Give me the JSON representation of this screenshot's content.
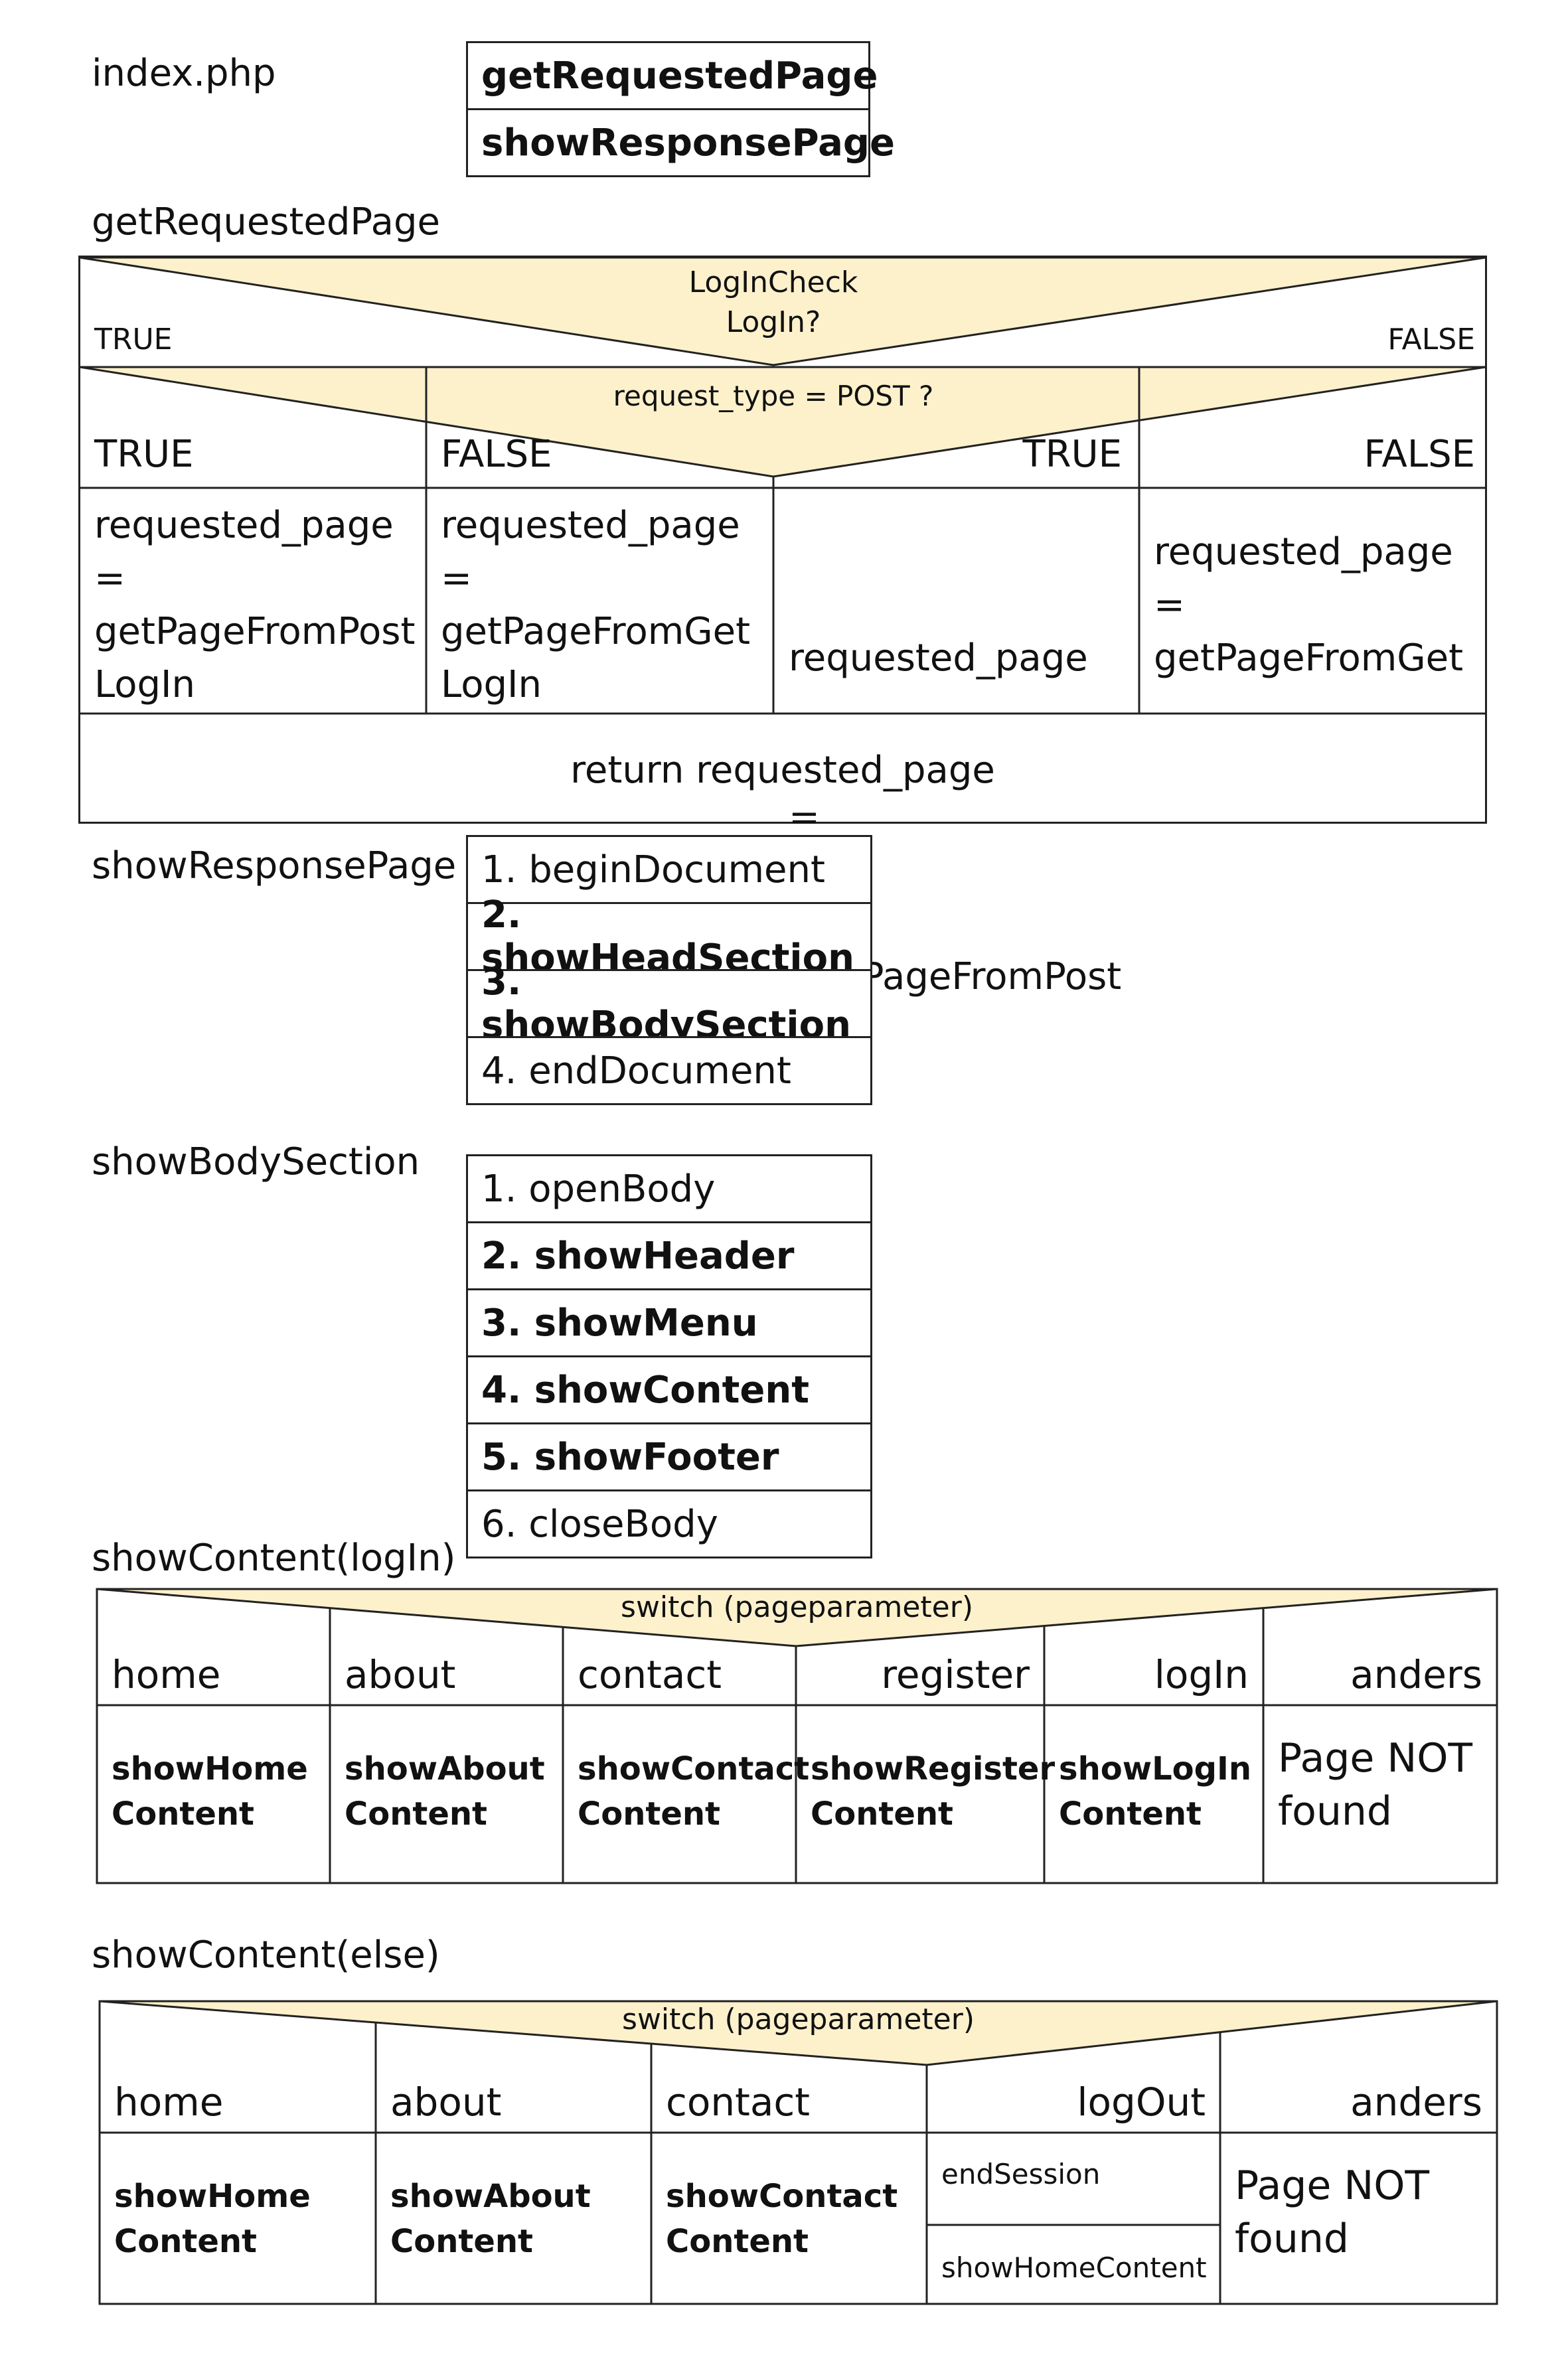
{
  "colors": {
    "condition_fill": "#fdf1cc",
    "line": "#222222"
  },
  "index": {
    "title": "index.php",
    "items": [
      "getRequestedPage",
      "showResponsePage"
    ]
  },
  "getRequestedPage": {
    "title": "getRequestedPage",
    "outer_condition": [
      "LogInCheck",
      "LogIn?"
    ],
    "outer_true": "TRUE",
    "outer_false": "FALSE",
    "inner_condition": "request_type = POST ?",
    "branch_labels": [
      "TRUE",
      "FALSE",
      "TRUE",
      "FALSE"
    ],
    "actions": [
      [
        "requested_page",
        "=",
        "getPageFromPost",
        "LogIn"
      ],
      [
        "requested_page",
        "=",
        "getPageFromGet",
        "LogIn"
      ],
      [
        "requested_page",
        "=",
        " getPageFromPost"
      ],
      [
        "requested_page",
        "=",
        "getPageFromGet"
      ]
    ],
    "return": "return requested_page"
  },
  "showResponsePage": {
    "title": "showResponsePage",
    "steps": [
      {
        "text": "1. beginDocument",
        "bold": false
      },
      {
        "text": "2. showHeadSection",
        "bold": true
      },
      {
        "text": "3. showBodySection",
        "bold": true
      },
      {
        "text": "4. endDocument",
        "bold": false
      }
    ]
  },
  "showBodySection": {
    "title": "showBodySection",
    "steps": [
      {
        "text": "1. openBody",
        "bold": false
      },
      {
        "text": "2. showHeader",
        "bold": true
      },
      {
        "text": "3. showMenu",
        "bold": true
      },
      {
        "text": "4. showContent",
        "bold": true
      },
      {
        "text": "5. showFooter",
        "bold": true
      },
      {
        "text": "6. closeBody",
        "bold": false
      }
    ]
  },
  "showContentLogIn": {
    "title": "showContent(logIn)",
    "condition": "switch (pageparameter)",
    "cases": [
      "home",
      "about",
      "contact",
      "register",
      "logIn",
      "anders"
    ],
    "actions": [
      [
        "showHome",
        "Content"
      ],
      [
        "showAbout",
        "Content"
      ],
      [
        "showContact",
        "Content"
      ],
      [
        "showRegister",
        "Content"
      ],
      [
        "showLogIn",
        "Content"
      ],
      [
        "Page NOT",
        "found"
      ]
    ]
  },
  "showContentElse": {
    "title": "showContent(else)",
    "condition": "switch (pageparameter)",
    "cases": [
      "home",
      "about",
      "contact",
      "logOut",
      "anders"
    ],
    "actions": [
      [
        "showHome",
        "Content"
      ],
      [
        "showAbout",
        "Content"
      ],
      [
        "showContact",
        "Content"
      ],
      [
        "endSession",
        "showHomeContent"
      ],
      [
        "Page NOT",
        "found"
      ]
    ]
  }
}
